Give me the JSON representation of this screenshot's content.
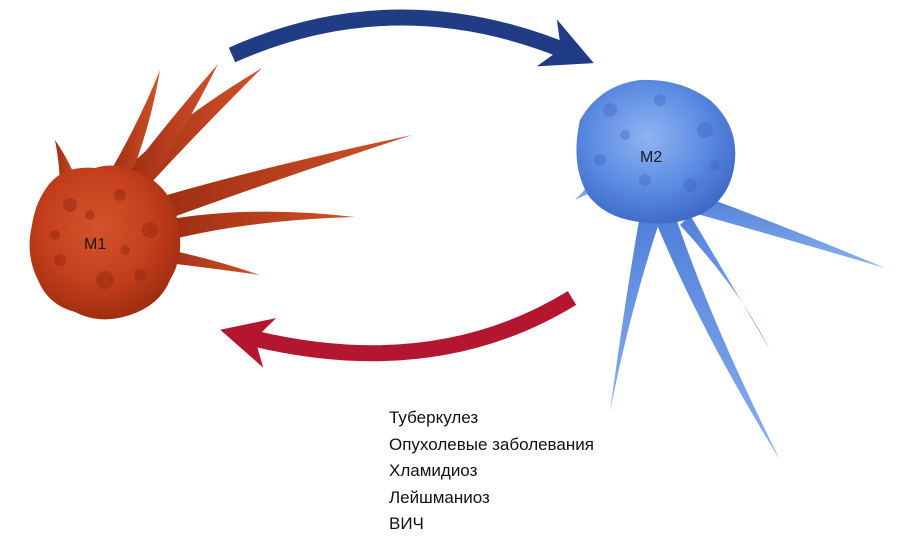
{
  "cells": {
    "m1": {
      "label": "M1",
      "color": "#c9401c"
    },
    "m2": {
      "label": "M2",
      "color": "#5a88e0"
    }
  },
  "arrows": {
    "top": {
      "color": "#1f3c85",
      "direction": "M1 to M2"
    },
    "bottom": {
      "color": "#b3162e",
      "direction": "M2 to M1"
    }
  },
  "diseases": [
    "Туберкулез",
    "Опухолевые заболевания",
    "Хламидиоз",
    "Лейшманиоз",
    "ВИЧ"
  ]
}
